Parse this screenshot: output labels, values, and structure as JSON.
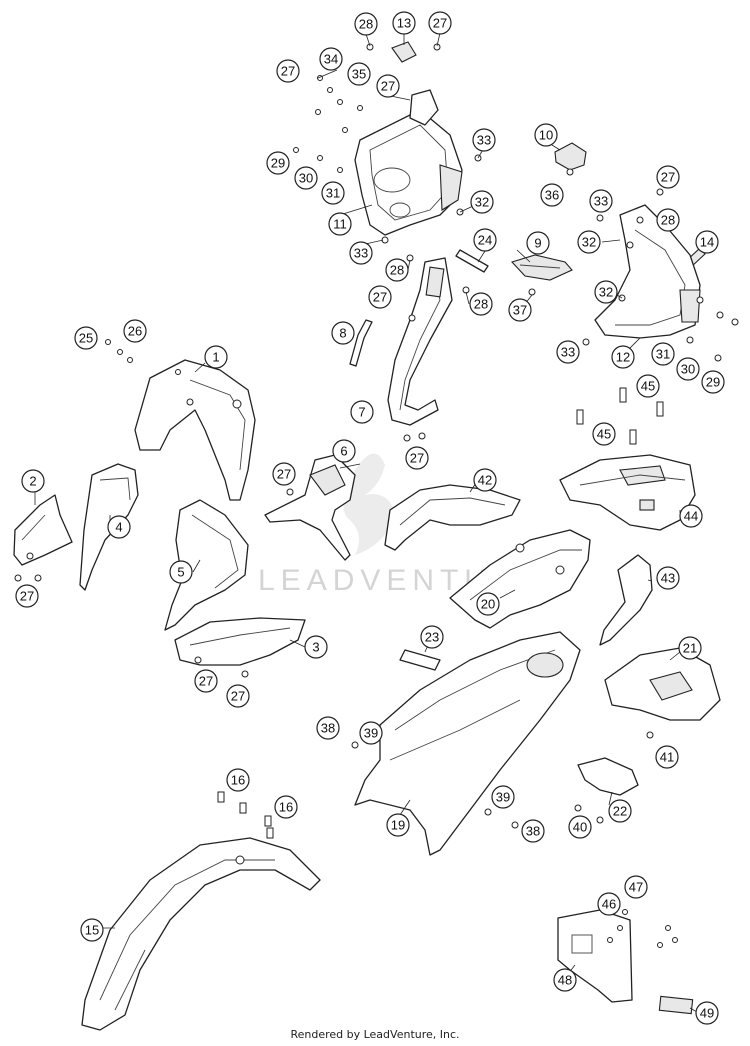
{
  "watermark": "LEADVENTURE",
  "footer": "Rendered by LeadVenture, Inc.",
  "callouts": [
    {
      "id": "c-28a",
      "label": "28"
    },
    {
      "id": "c-13",
      "label": "13"
    },
    {
      "id": "c-27a",
      "label": "27"
    },
    {
      "id": "c-34",
      "label": "34"
    },
    {
      "id": "c-27b",
      "label": "27"
    },
    {
      "id": "c-35",
      "label": "35"
    },
    {
      "id": "c-27c",
      "label": "27"
    },
    {
      "id": "c-33a",
      "label": "33"
    },
    {
      "id": "c-29a",
      "label": "29"
    },
    {
      "id": "c-30a",
      "label": "30"
    },
    {
      "id": "c-31a",
      "label": "31"
    },
    {
      "id": "c-32a",
      "label": "32"
    },
    {
      "id": "c-11",
      "label": "11"
    },
    {
      "id": "c-33b",
      "label": "33"
    },
    {
      "id": "c-10",
      "label": "10"
    },
    {
      "id": "c-36",
      "label": "36"
    },
    {
      "id": "c-27d",
      "label": "27"
    },
    {
      "id": "c-33c",
      "label": "33"
    },
    {
      "id": "c-28b",
      "label": "28"
    },
    {
      "id": "c-14",
      "label": "14"
    },
    {
      "id": "c-32b",
      "label": "32"
    },
    {
      "id": "c-24",
      "label": "24"
    },
    {
      "id": "c-9",
      "label": "9"
    },
    {
      "id": "c-28c",
      "label": "28"
    },
    {
      "id": "c-27e",
      "label": "27"
    },
    {
      "id": "c-28d",
      "label": "28"
    },
    {
      "id": "c-37",
      "label": "37"
    },
    {
      "id": "c-32c",
      "label": "32"
    },
    {
      "id": "c-8",
      "label": "8"
    },
    {
      "id": "c-25",
      "label": "25"
    },
    {
      "id": "c-26",
      "label": "26"
    },
    {
      "id": "c-1",
      "label": "1"
    },
    {
      "id": "c-33d",
      "label": "33"
    },
    {
      "id": "c-12",
      "label": "12"
    },
    {
      "id": "c-31b",
      "label": "31"
    },
    {
      "id": "c-30b",
      "label": "30"
    },
    {
      "id": "c-29b",
      "label": "29"
    },
    {
      "id": "c-45a",
      "label": "45"
    },
    {
      "id": "c-7",
      "label": "7"
    },
    {
      "id": "c-45b",
      "label": "45"
    },
    {
      "id": "c-27f",
      "label": "27"
    },
    {
      "id": "c-6",
      "label": "6"
    },
    {
      "id": "c-27g",
      "label": "27"
    },
    {
      "id": "c-42",
      "label": "42"
    },
    {
      "id": "c-2",
      "label": "2"
    },
    {
      "id": "c-4",
      "label": "4"
    },
    {
      "id": "c-44",
      "label": "44"
    },
    {
      "id": "c-27h",
      "label": "27"
    },
    {
      "id": "c-5",
      "label": "5"
    },
    {
      "id": "c-43",
      "label": "43"
    },
    {
      "id": "c-20",
      "label": "20"
    },
    {
      "id": "c-3",
      "label": "3"
    },
    {
      "id": "c-23",
      "label": "23"
    },
    {
      "id": "c-21",
      "label": "21"
    },
    {
      "id": "c-27i",
      "label": "27"
    },
    {
      "id": "c-27j",
      "label": "27"
    },
    {
      "id": "c-38a",
      "label": "38"
    },
    {
      "id": "c-39a",
      "label": "39"
    },
    {
      "id": "c-41",
      "label": "41"
    },
    {
      "id": "c-16a",
      "label": "16"
    },
    {
      "id": "c-16b",
      "label": "16"
    },
    {
      "id": "c-39b",
      "label": "39"
    },
    {
      "id": "c-22",
      "label": "22"
    },
    {
      "id": "c-19",
      "label": "19"
    },
    {
      "id": "c-38b",
      "label": "38"
    },
    {
      "id": "c-40",
      "label": "40"
    },
    {
      "id": "c-15",
      "label": "15"
    },
    {
      "id": "c-47",
      "label": "47"
    },
    {
      "id": "c-46",
      "label": "46"
    },
    {
      "id": "c-48",
      "label": "48"
    },
    {
      "id": "c-49",
      "label": "49"
    }
  ]
}
